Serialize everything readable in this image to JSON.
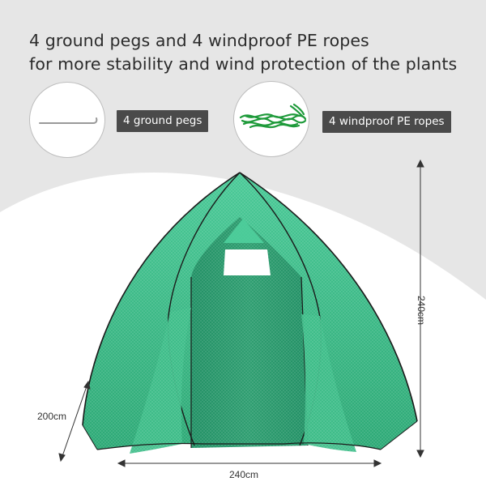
{
  "headline": {
    "line1": "4 ground pegs and 4 windproof PE ropes",
    "line2": "for more stability and wind protection of the plants"
  },
  "accessories": [
    {
      "label": "4 ground pegs",
      "icon": "ground-peg-icon"
    },
    {
      "label": "4 windproof PE ropes",
      "icon": "rope-bundle-icon"
    }
  ],
  "dimensions": {
    "height": "240cm",
    "width": "240cm",
    "depth": "200cm"
  },
  "colors": {
    "background_gray": "#e6e6e6",
    "tent_green": "#3fbf8a",
    "tent_green_dark": "#1f8f63",
    "label_bg": "#4a4a4a"
  }
}
